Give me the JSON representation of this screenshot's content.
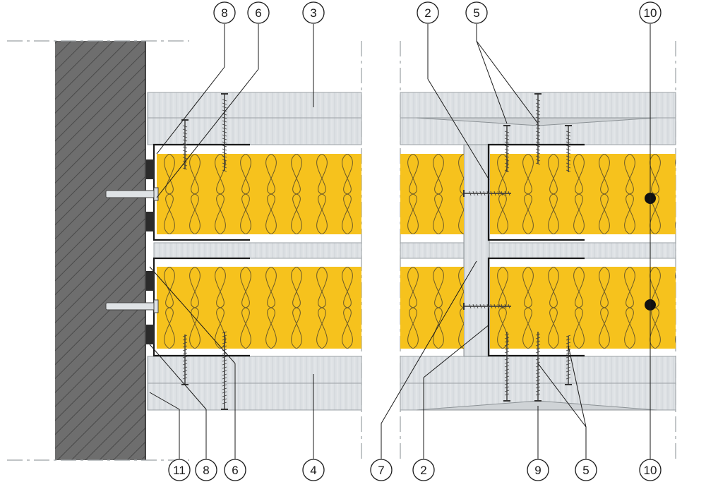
{
  "callouts": {
    "top": [
      {
        "id": "8",
        "label": "8"
      },
      {
        "id": "6",
        "label": "6"
      },
      {
        "id": "3",
        "label": "3"
      },
      {
        "id": "2",
        "label": "2"
      },
      {
        "id": "5",
        "label": "5"
      },
      {
        "id": "10",
        "label": "10"
      }
    ],
    "bottom": [
      {
        "id": "11",
        "label": "11"
      },
      {
        "id": "8",
        "label": "8"
      },
      {
        "id": "6",
        "label": "6"
      },
      {
        "id": "4",
        "label": "4"
      },
      {
        "id": "7",
        "label": "7"
      },
      {
        "id": "2",
        "label": "2"
      },
      {
        "id": "9",
        "label": "9"
      },
      {
        "id": "5",
        "label": "5"
      },
      {
        "id": "10",
        "label": "10"
      }
    ]
  },
  "colors": {
    "wall": "#6e6e6e",
    "wool": "#f6c21d",
    "sheet": "#dde1e4",
    "line": "#1a1a1a"
  }
}
